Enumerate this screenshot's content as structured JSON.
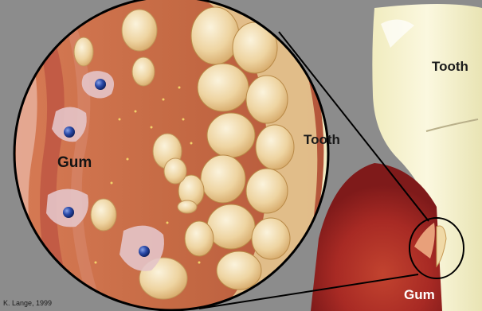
{
  "labels": {
    "tooth_large": "Tooth",
    "tooth_zoom": "Tooth",
    "gum_zoom": "Gum",
    "gum_large": "Gum"
  },
  "credit": "K. Lange, 1999",
  "colors": {
    "background_gray": "#8d8d8d",
    "tooth_enamel": "#f4f0c8",
    "gum_red": "#b8362e",
    "tissue_orange": "#c9653f",
    "bacteria_cluster": "#e9c98a",
    "cell_nucleus": "#1f3c8c"
  }
}
